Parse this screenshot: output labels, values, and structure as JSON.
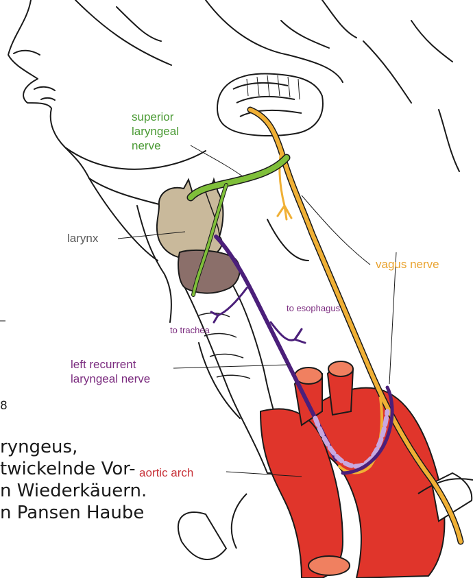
{
  "labels": {
    "superior_laryngeal": "superior\nlaryngeal\nnerve",
    "larynx": "larynx",
    "vagus": "vagus nerve",
    "to_esophagus": "to esophagus",
    "to_trachea": "to trachea",
    "left_recurrent": "left recurrent\nlaryngeal nerve",
    "aortic_arch": "aortic arch"
  },
  "background_text": {
    "page_number": "8",
    "line1": "ryngeus,",
    "line2": "twickelnde Vor-",
    "line3": "n Wiederkäuern.",
    "line4": "n Pansen  Haube"
  },
  "colors": {
    "superior_laryngeal": "#4a9a34",
    "vagus": "#e9a32f",
    "recurrent": "#7b2c7f",
    "aortic": "#c8333a",
    "larynx": "#5b5b5b",
    "nerve_green": "#7fbf3a",
    "nerve_orange": "#f0b035",
    "nerve_purple": "#4b1f7a",
    "aorta_red": "#e0352b",
    "larynx_tan": "#c9b99b",
    "trachea_brown": "#8b6f6a"
  }
}
